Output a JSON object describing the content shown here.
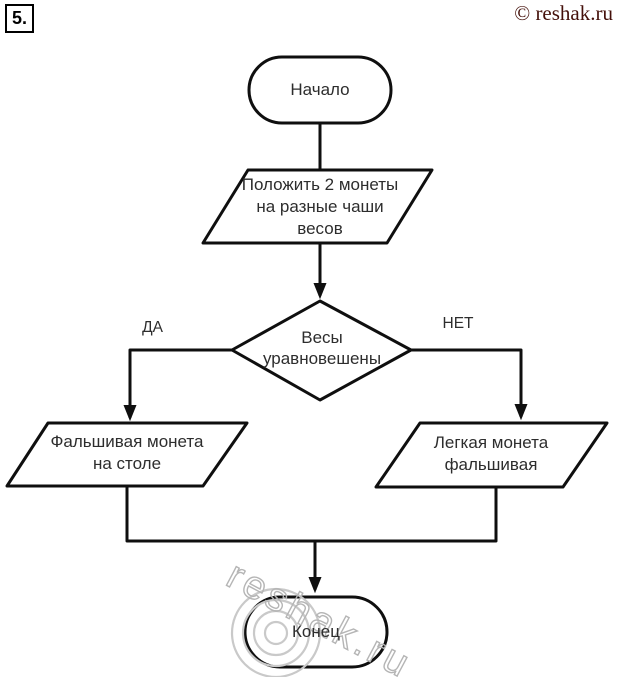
{
  "page": {
    "exercise_number": "5.",
    "copyright": "© reshak.ru",
    "watermark_text": "reshak.ru"
  },
  "flowchart": {
    "start": {
      "label": "Начало"
    },
    "step1": {
      "lines": [
        "Положить 2 монеты",
        "на разные чаши",
        "весов"
      ]
    },
    "decision": {
      "lines": [
        "Весы",
        "уравновешены"
      ],
      "yes_label": "ДА",
      "no_label": "НЕТ"
    },
    "branch_yes": {
      "lines": [
        "Фальшивая монета",
        "на столе"
      ]
    },
    "branch_no": {
      "lines": [
        "Легкая монета",
        "фальшивая"
      ]
    },
    "end": {
      "label": "Конец"
    }
  },
  "colors": {
    "line": "#0f0f0f",
    "text": "#2d2d2d",
    "copyright": "#44100a",
    "watermark": "#bdbdbd"
  }
}
